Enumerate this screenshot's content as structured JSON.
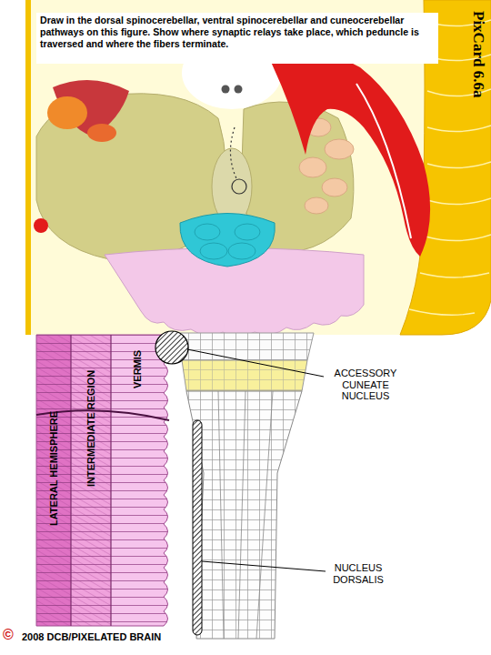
{
  "diagram": {
    "nodes": [
      {
        "text": [
          "Draw in the dorsal spinocerebellar, ventral spinocerebellar and cuneocerebellar pathways on this figure. Show where synaptic relays take place, which peduncle is traversed and where the fibers terminate."
        ]
      }
    ],
    "labels": [
      "PixCard 6.6a",
      "ACCESSORY CUNEATE NUCLEUS",
      "LATERAL HEMISPHERE",
      "INTERMEDIATE REGION",
      "VERMIS",
      "NUCLEUS DORSALIS",
      "©",
      "2008 DCB/PIXELATED BRAIN"
    ]
  }
}
